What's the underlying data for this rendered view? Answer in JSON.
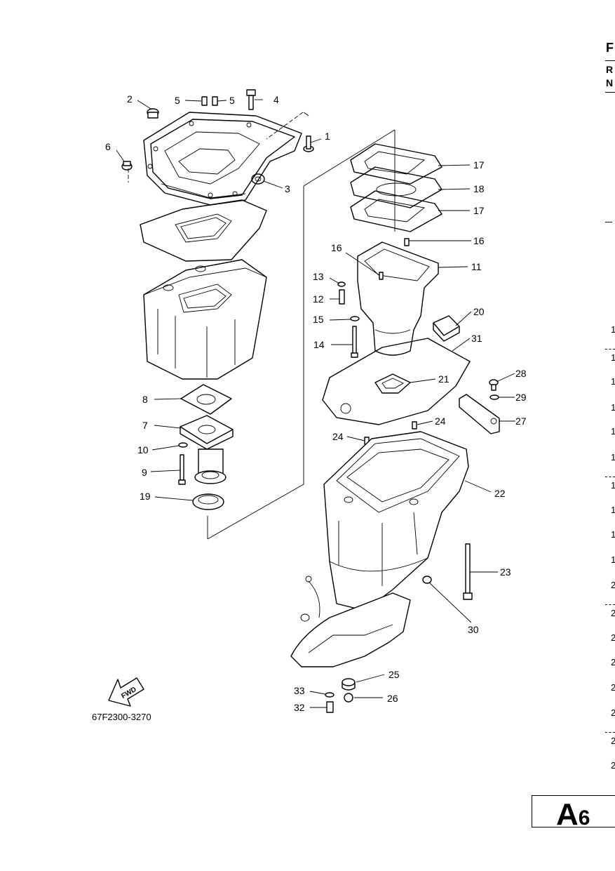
{
  "diagram_code": "67F2300-3270",
  "fwd_label": "FWD",
  "page_id_letter": "A",
  "page_id_number": "6",
  "right_header": [
    "F",
    "R",
    "N"
  ],
  "right_numbers": [
    "1",
    "1",
    "1",
    "1",
    "1",
    "1",
    "1",
    "1",
    "1",
    "2",
    "2",
    "2",
    "2",
    "2",
    "2",
    "2",
    "2"
  ],
  "callouts": [
    {
      "id": "c1",
      "text": "1"
    },
    {
      "id": "c2",
      "text": "2"
    },
    {
      "id": "c3",
      "text": "3"
    },
    {
      "id": "c4",
      "text": "4"
    },
    {
      "id": "c5a",
      "text": "5"
    },
    {
      "id": "c5b",
      "text": "5"
    },
    {
      "id": "c6",
      "text": "6"
    },
    {
      "id": "c7",
      "text": "7"
    },
    {
      "id": "c8",
      "text": "8"
    },
    {
      "id": "c9",
      "text": "9"
    },
    {
      "id": "c10",
      "text": "10"
    },
    {
      "id": "c11",
      "text": "11"
    },
    {
      "id": "c12",
      "text": "12"
    },
    {
      "id": "c13",
      "text": "13"
    },
    {
      "id": "c14",
      "text": "14"
    },
    {
      "id": "c15",
      "text": "15"
    },
    {
      "id": "c16a",
      "text": "16"
    },
    {
      "id": "c16b",
      "text": "16"
    },
    {
      "id": "c17a",
      "text": "17"
    },
    {
      "id": "c17b",
      "text": "17"
    },
    {
      "id": "c18",
      "text": "18"
    },
    {
      "id": "c19",
      "text": "19"
    },
    {
      "id": "c20",
      "text": "20"
    },
    {
      "id": "c21",
      "text": "21"
    },
    {
      "id": "c22",
      "text": "22"
    },
    {
      "id": "c23",
      "text": "23"
    },
    {
      "id": "c24a",
      "text": "24"
    },
    {
      "id": "c24b",
      "text": "24"
    },
    {
      "id": "c25",
      "text": "25"
    },
    {
      "id": "c26",
      "text": "26"
    },
    {
      "id": "c27",
      "text": "27"
    },
    {
      "id": "c28",
      "text": "28"
    },
    {
      "id": "c29",
      "text": "29"
    },
    {
      "id": "c30",
      "text": "30"
    },
    {
      "id": "c31",
      "text": "31"
    },
    {
      "id": "c32",
      "text": "32"
    },
    {
      "id": "c33",
      "text": "33"
    }
  ]
}
